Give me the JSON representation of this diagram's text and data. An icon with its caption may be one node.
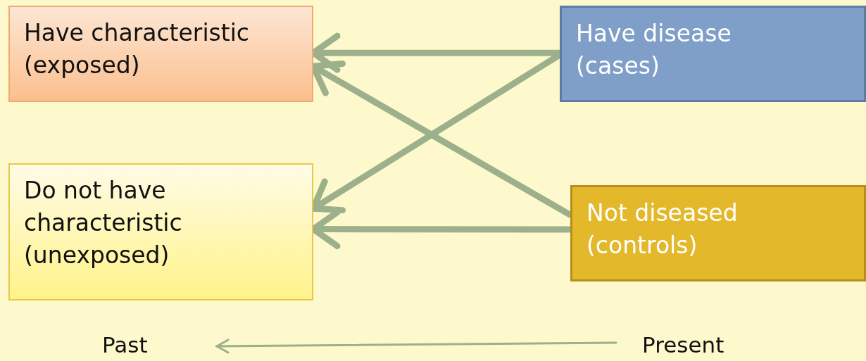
{
  "diagram": {
    "nodes": [
      {
        "text": [
          "Have characteristic (exposed)"
        ]
      },
      {
        "text": [
          "Have disease (cases)"
        ]
      },
      {
        "text": [
          "Do not have characteristic (unexposed)"
        ]
      },
      {
        "text": [
          "Not diseased (controls)"
        ]
      }
    ],
    "edges": [
      {
        "from": 1,
        "to": 0,
        "arrow": "to"
      },
      {
        "from": 1,
        "to": 2,
        "arrow": "to"
      },
      {
        "from": 3,
        "to": 0,
        "arrow": "to"
      },
      {
        "from": 3,
        "to": 2,
        "arrow": "to"
      }
    ],
    "labels": [
      "Past",
      "Present"
    ]
  }
}
